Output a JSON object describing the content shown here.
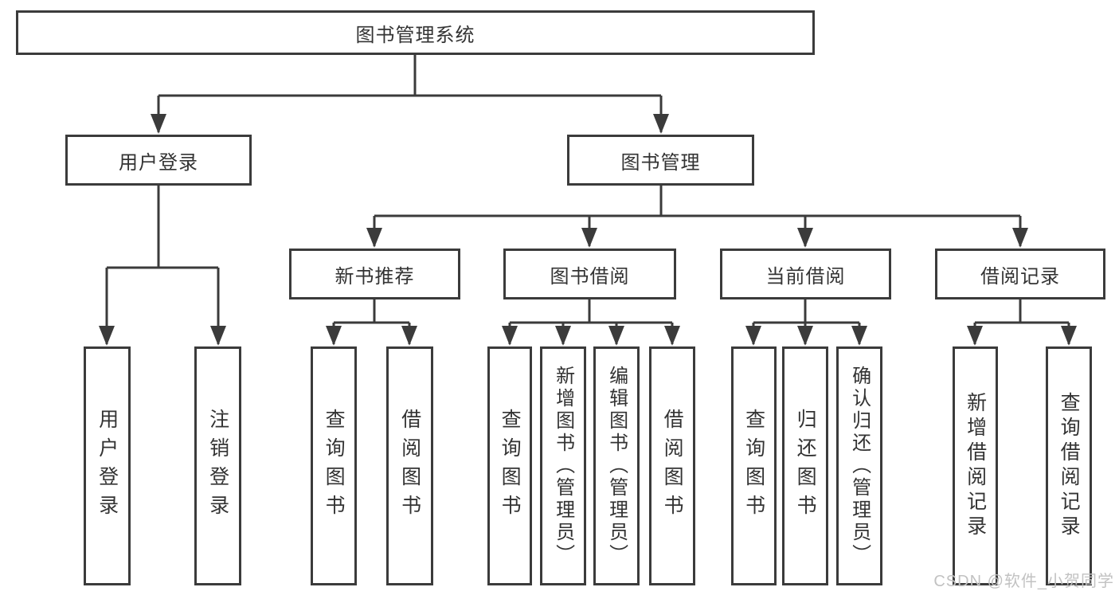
{
  "tree": {
    "root": "图书管理系统",
    "children": [
      {
        "label": "用户登录",
        "children": [
          "用户登录",
          "注销登录"
        ]
      },
      {
        "label": "图书管理",
        "children": [
          {
            "label": "新书推荐",
            "children": [
              "查询图书",
              "借阅图书"
            ]
          },
          {
            "label": "图书借阅",
            "children": [
              "查询图书",
              "新增图书（管理员）",
              "编辑图书（管理员）",
              "借阅图书"
            ]
          },
          {
            "label": "当前借阅",
            "children": [
              "查询图书",
              "归还图书",
              "确认归还（管理员）"
            ]
          },
          {
            "label": "借阅记录",
            "children": [
              "新增借阅记录",
              "查询借阅记录"
            ]
          }
        ]
      }
    ]
  },
  "watermark": {
    "text": "CSDN @软件_小贺同学"
  },
  "colors": {
    "line": "#3b3b3b",
    "text": "#333333",
    "background": "#ffffff",
    "watermark": "#c2c2c2"
  }
}
